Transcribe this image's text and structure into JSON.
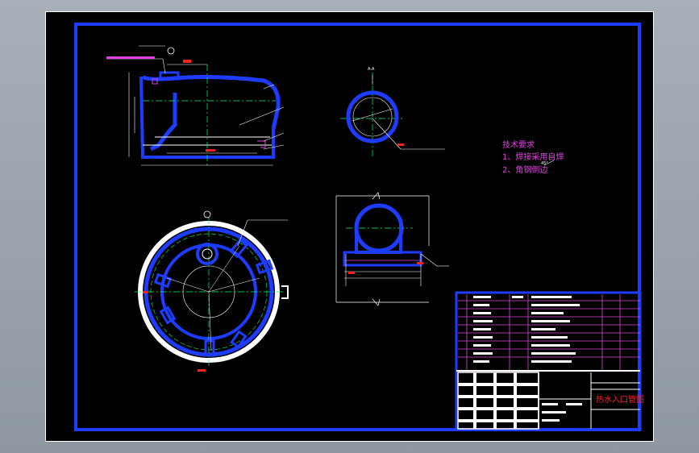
{
  "colors": {
    "background": "#000000",
    "frame": "#1e3cff",
    "outline": "#ffffff",
    "center_line": "#00ff66",
    "dimension": "#ffffff",
    "magenta": "#e040e0",
    "red": "#ff2020"
  },
  "tech_requirements": {
    "title": "技术要求",
    "item1": "1、焊接采用自焊",
    "item2": "2、角钢倒边"
  },
  "title_block": {
    "drawing_title": "热水入口管图"
  },
  "section_labels": {
    "a": "A-A"
  }
}
